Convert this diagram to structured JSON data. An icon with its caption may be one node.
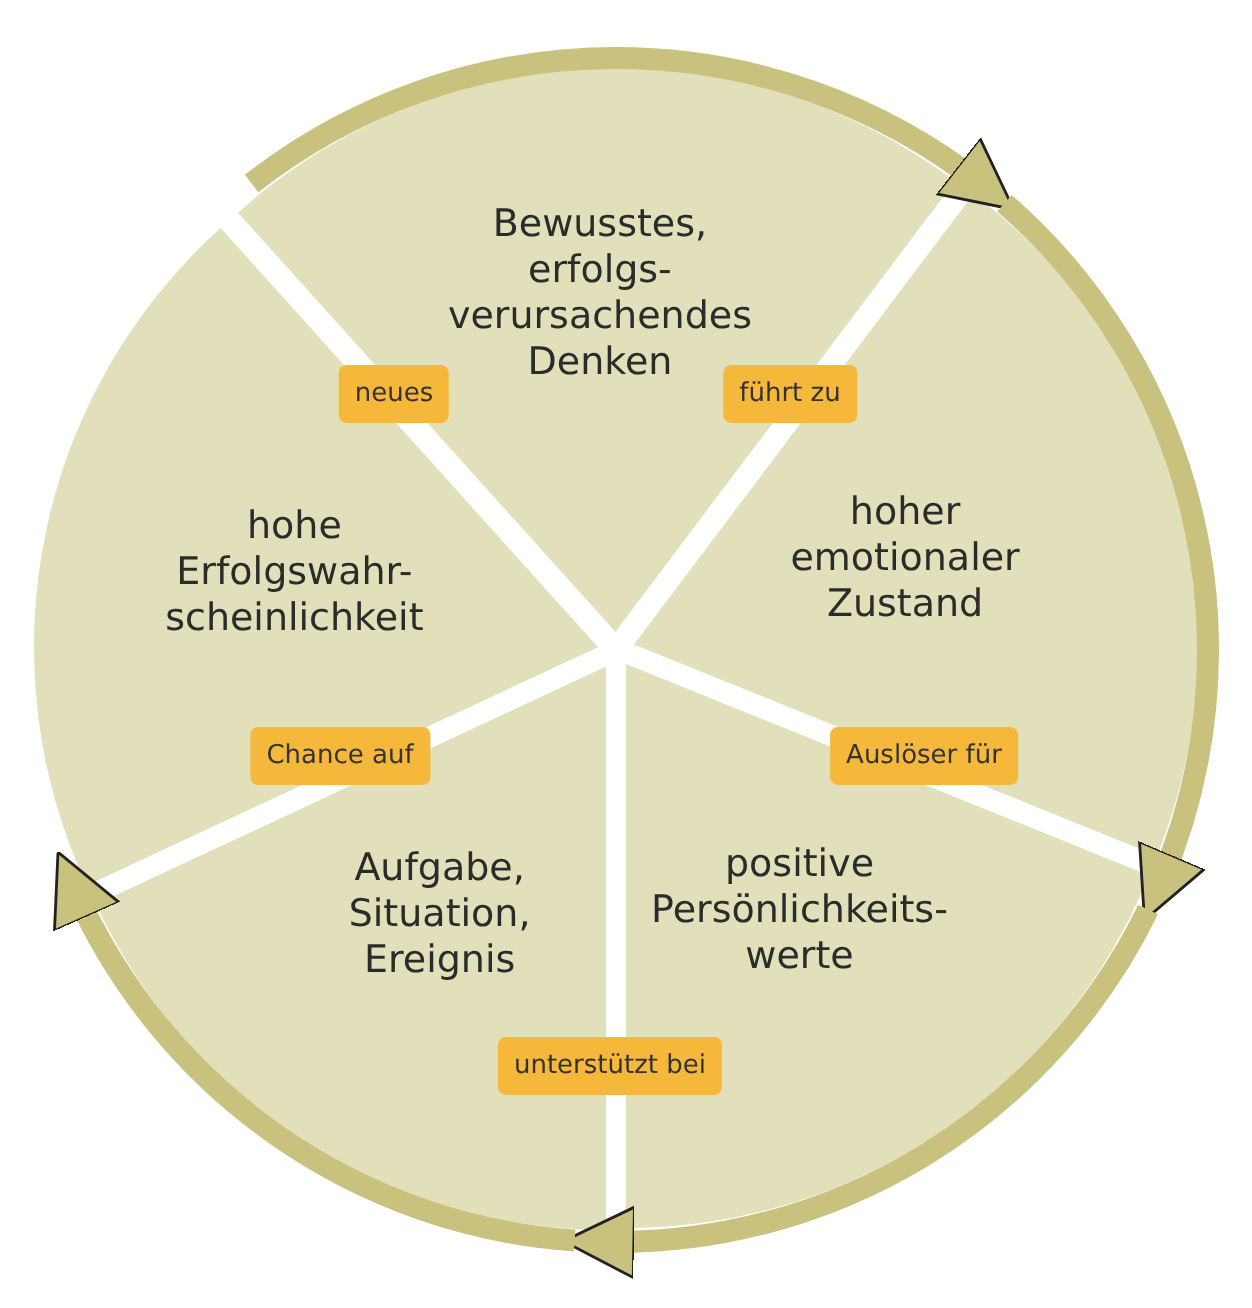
{
  "diagram": {
    "nodes": [
      {
        "text": [
          "Bewusstes, erfolgs- verursachendes Denken"
        ]
      },
      {
        "text": [
          "hoher emotionaler Zustand"
        ]
      },
      {
        "text": [
          "positive Persönlichkeits- werte"
        ]
      },
      {
        "text": [
          "Aufgabe, Situation, Ereignis"
        ]
      },
      {
        "text": [
          "hohe Erfolgswahr- scheinlichkeit"
        ]
      }
    ],
    "edges": [
      {
        "from": 0,
        "to": 1,
        "arrow": "to"
      },
      {
        "from": 1,
        "to": 2,
        "arrow": "to"
      },
      {
        "from": 2,
        "to": 3,
        "arrow": "to"
      },
      {
        "from": 3,
        "to": 4,
        "arrow": "to"
      }
    ],
    "labels": [
      "neues",
      "führt zu",
      "Chance auf",
      "Auslöser für",
      "unterstützt bei"
    ]
  }
}
